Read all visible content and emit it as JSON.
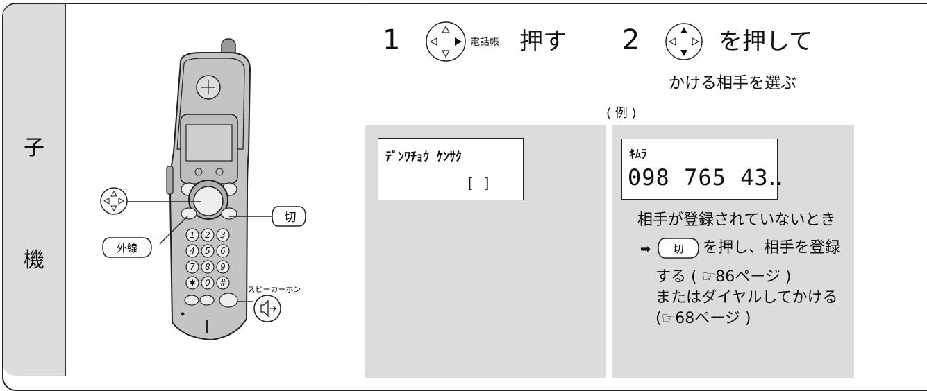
{
  "side": {
    "top_label": "子",
    "bottom_label": "機"
  },
  "phone": {
    "keys": [
      "1",
      "2",
      "3",
      "4",
      "5",
      "6",
      "7",
      "8",
      "9",
      "✱",
      "0",
      "#"
    ],
    "off_label": "切",
    "outside_line_label": "外線",
    "speakerphone_label": "スピーカーホン"
  },
  "step1": {
    "number": "1",
    "key_tag": "電話帳",
    "action": "押す"
  },
  "step2": {
    "number": "2",
    "action": "を押して",
    "sub": "かける相手を選ぶ"
  },
  "example_label": "( 例 )",
  "lcd1": {
    "line1": "ﾃﾞﾝﾜﾁｮｳ ｹﾝｻｸ",
    "line2": "[    ]"
  },
  "lcd2": {
    "line1": "ｷﾑﾗ",
    "line2": "098 765 43‥"
  },
  "note": {
    "line1": "相手が登録されていないとき",
    "arrow": "➡",
    "off_key": "切",
    "line2": "を押し、相手を登録",
    "line3": "する ( ☞86ページ )",
    "line4": "またはダイヤルしてかける",
    "line5": "(☞68ページ )"
  }
}
